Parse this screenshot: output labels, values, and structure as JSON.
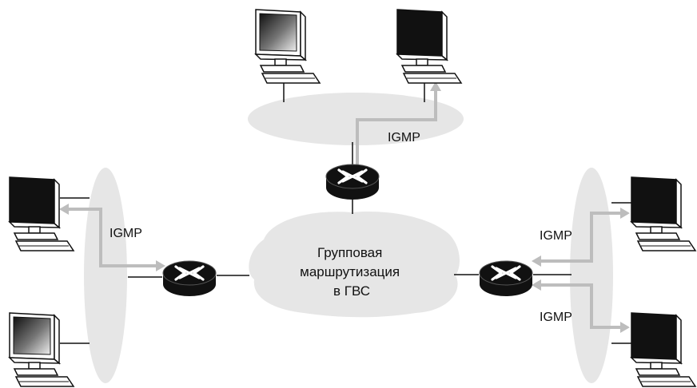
{
  "center_cloud": {
    "lines": [
      "Групповая",
      "маршрутизация",
      "в ГВС"
    ]
  },
  "igmp_labels": {
    "top": "IGMP",
    "left": "IGMP",
    "right_upper": "IGMP",
    "right_lower": "IGMP"
  },
  "colors": {
    "network_fill": "#e6e6e6",
    "router_fill": "#111111",
    "igmp_arrow": "#bdbdbd",
    "line": "#111111"
  },
  "icons": {
    "router": "router-icon",
    "computer": "computer-icon"
  }
}
